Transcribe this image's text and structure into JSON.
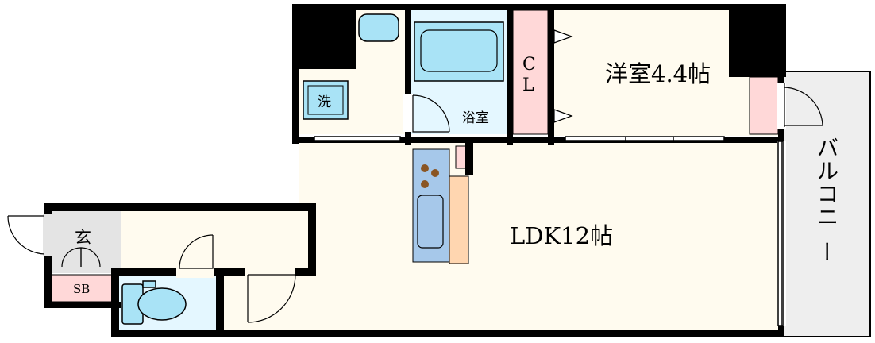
{
  "rooms": {
    "western": "洋室4.4帖",
    "ldk": "LDK12帖",
    "closet_c": "C",
    "closet_l": "L",
    "bath": "浴室",
    "washer": "洗",
    "entrance": "玄",
    "shoe_box": "SB",
    "balcony": [
      "バ",
      "ル",
      "コ",
      "ニ",
      "ー"
    ]
  },
  "colors": {
    "floor": "#fffbef",
    "wet_area": "#e4f7ff",
    "fixture": "#a9e3f6",
    "kitchen": "#a6c8ea",
    "closet": "#ffd8d8",
    "counter": "#ffd6b0",
    "entrance_floor": "#e4e4e4",
    "balcony": "#eeeeee",
    "wall": "#000000",
    "burner": "#8a5523"
  }
}
